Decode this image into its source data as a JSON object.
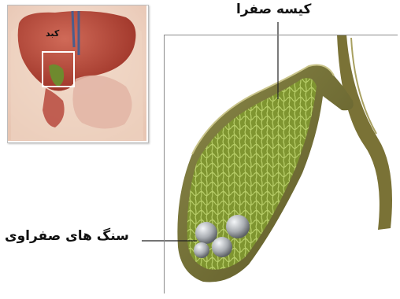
{
  "labels": {
    "gallbladder": "کیسه صفرا",
    "gallstones": "سنگ های صفراوی",
    "liver": "کبد"
  },
  "colors": {
    "liver": "#b8453a",
    "wall": "#6f6a2e",
    "lining": "#8fa23a",
    "bile_duct": "#7a7236",
    "stone": "#a9adb2",
    "skin": "#f2d9c9"
  }
}
